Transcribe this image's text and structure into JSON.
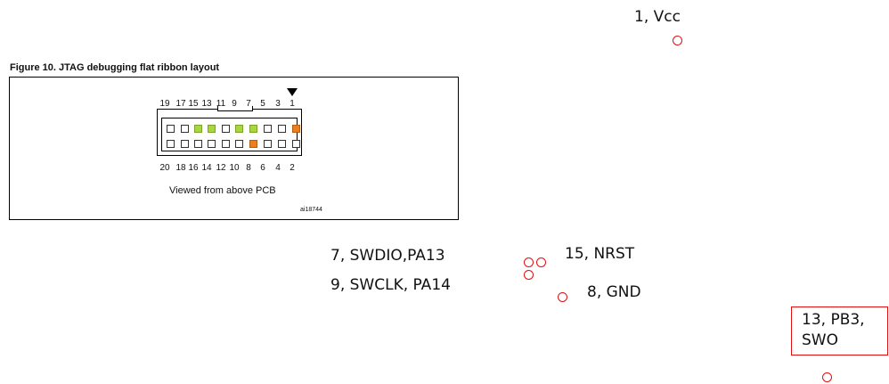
{
  "figure": {
    "caption": "Figure 10.   JTAG debugging flat ribbon layout",
    "odd_pins": [
      "19",
      "17",
      "15",
      "13",
      "11",
      "9",
      "7",
      "5",
      "3",
      "1"
    ],
    "even_pins": [
      "20",
      "18",
      "16",
      "14",
      "12",
      "10",
      "8",
      "6",
      "4",
      "2"
    ],
    "top_row_colors": [
      "white",
      "white",
      "green",
      "green",
      "white",
      "green",
      "green",
      "white",
      "white",
      "orange"
    ],
    "bottom_row_colors": [
      "white",
      "white",
      "white",
      "white",
      "white",
      "white",
      "orange",
      "white",
      "white",
      "white"
    ],
    "highlight_colors": {
      "green": "#a6d83c",
      "orange": "#ee7d1e"
    },
    "viewed_label": "Viewed from above PCB",
    "figure_id": "ai18744"
  },
  "annotations": {
    "vcc": "1, Vcc",
    "swdio": "7, SWDIO,PA13",
    "swclk": "9, SWCLK, PA14",
    "nrst": "15, NRST",
    "gnd": "8, GND",
    "swo_line1": "13, PB3,",
    "swo_line2": "SWO"
  },
  "marker_color": "#e01010"
}
